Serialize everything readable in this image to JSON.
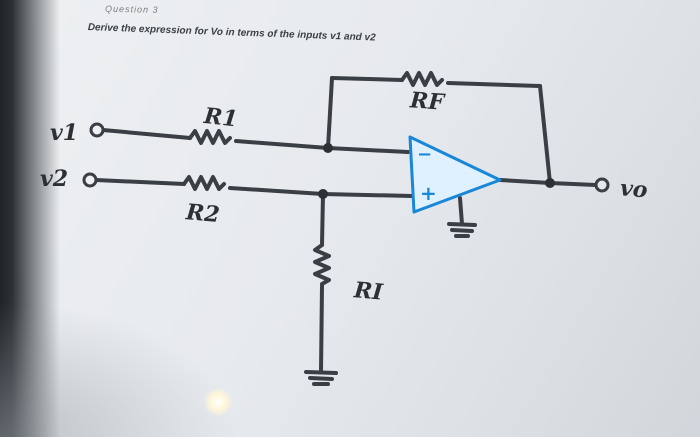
{
  "page": {
    "header_fragment": "Question 3",
    "prompt": "Derive the expression for Vo in terms of the inputs v1 and v2"
  },
  "circuit": {
    "labels": {
      "v1": "v1",
      "v2": "v2",
      "r1": "R1",
      "r2": "R2",
      "rf": "RF",
      "ri": "RI",
      "vo": "vo"
    },
    "opamp": {
      "inverting": "−",
      "noninverting": "+"
    },
    "colors": {
      "wire": "#3a3f45",
      "opamp_stroke": "#1a86d6",
      "opamp_fill": "#dff0ff",
      "text": "#2c3136"
    }
  }
}
